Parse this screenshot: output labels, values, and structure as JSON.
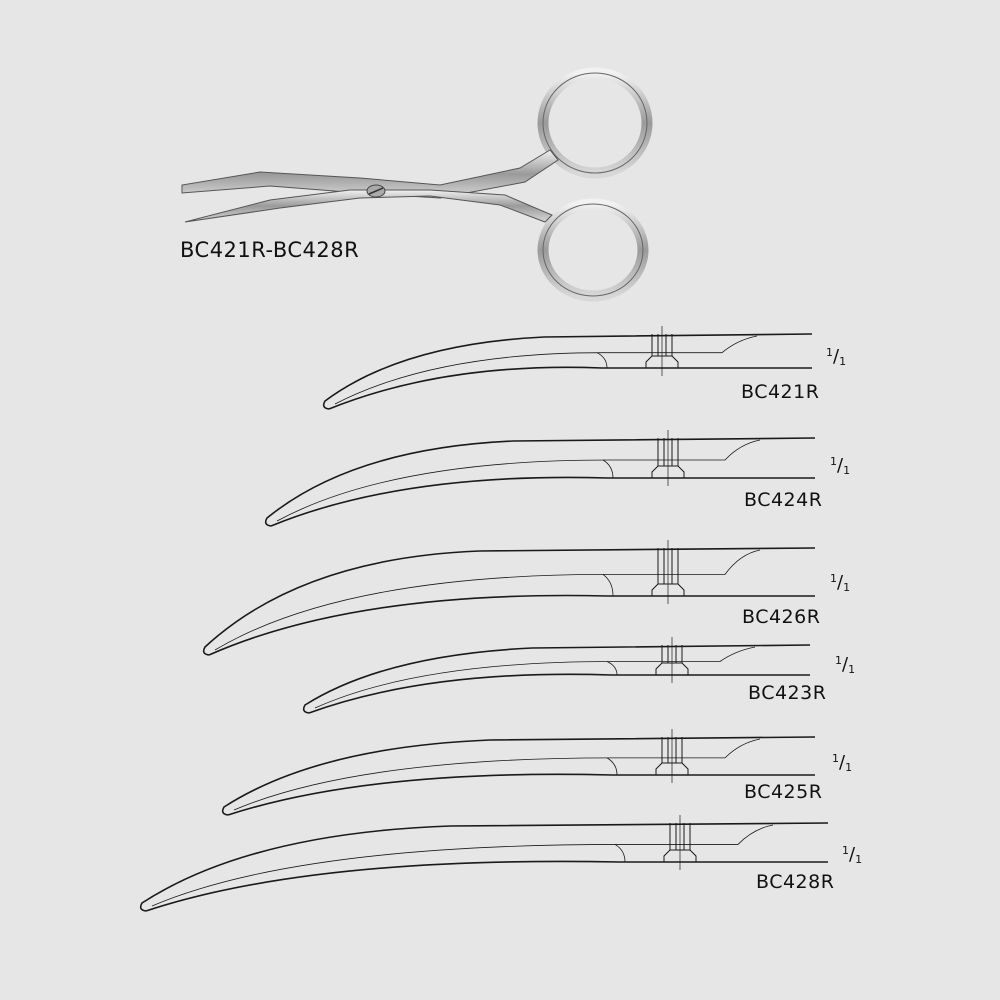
{
  "title_label": "BC421R-BC428R",
  "colors": {
    "background": "#e6e6e6",
    "line": "#1a1a1a",
    "steel": "#b8b8b8"
  },
  "scale": {
    "num": "1",
    "slash": "/",
    "den": "1"
  },
  "blades": [
    {
      "code": "BC421R"
    },
    {
      "code": "BC424R"
    },
    {
      "code": "BC426R"
    },
    {
      "code": "BC423R"
    },
    {
      "code": "BC425R"
    },
    {
      "code": "BC428R"
    }
  ]
}
